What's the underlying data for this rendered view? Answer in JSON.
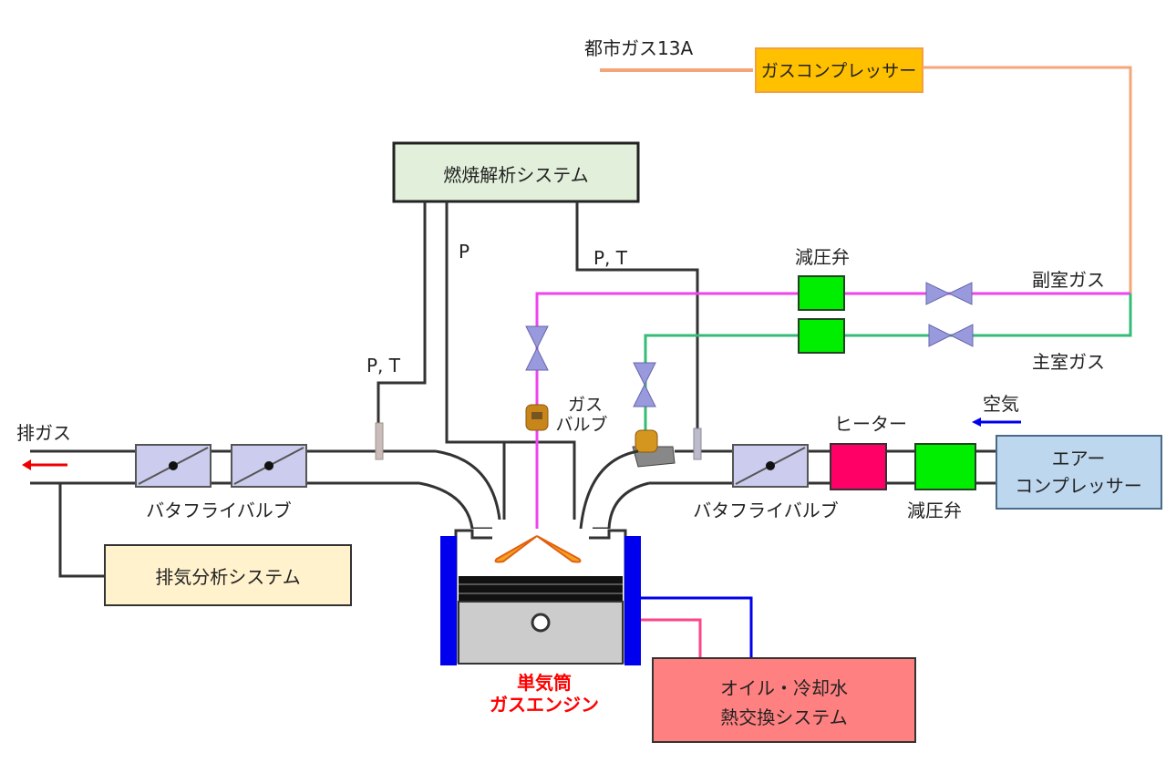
{
  "diagram": {
    "city_gas_label": "都市ガス13A",
    "gas_compressor": "ガスコンプレッサー",
    "combustion_system": "燃焼解析システム",
    "sensor_p": "P",
    "sensor_pt_left": "P, T",
    "sensor_pt_right": "P, T",
    "pressure_valve_top": "減圧弁",
    "sub_chamber_gas": "副室ガス",
    "main_chamber_gas": "主室ガス",
    "gas_valve_line1": "ガス",
    "gas_valve_line2": "バルブ",
    "exhaust_gas": "排ガス",
    "butterfly_left": "バタフライバルブ",
    "butterfly_right": "バタフライバルブ",
    "exhaust_analysis": "排気分析システム",
    "heater": "ヒーター",
    "air": "空気",
    "pressure_valve_bottom": "減圧弁",
    "air_compressor_line1": "エアー",
    "air_compressor_line2": "コンプレッサー",
    "engine_line1": "単気筒",
    "engine_line2": "ガスエンジン",
    "heat_exchange_line1": "オイル・冷却水",
    "heat_exchange_line2": "熱交換システム"
  },
  "colors": {
    "gas_line": "#f4a57a",
    "sub_gas_line": "#ee44ee",
    "main_gas_line": "#33bb77",
    "compressor_fill": "#ffc000",
    "combustion_fill": "#e2efda",
    "exhaust_fill": "#fff2cc",
    "air_comp_fill": "#bdd7ee",
    "heat_fill": "#ff8080",
    "valve_green": "#00ee00",
    "heater_fill": "#ff0066",
    "butterfly_fill": "#ccccee",
    "cylinder_blue": "#0000ee",
    "engine_label": "#ff0000"
  }
}
